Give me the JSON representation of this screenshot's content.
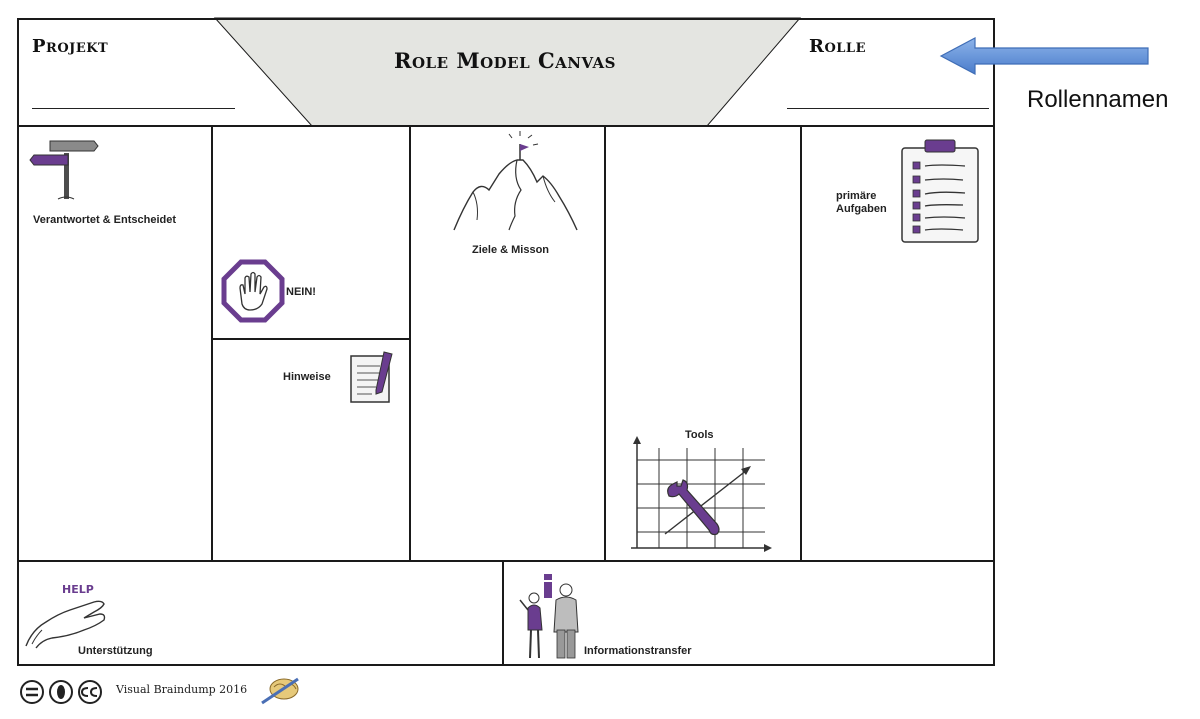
{
  "header": {
    "projekt_label": "Projekt",
    "rolle_label": "Rolle",
    "title": "Role Model Canvas"
  },
  "cells": {
    "verantwortet": "Verantwortet & Entscheidet",
    "nein": "NEIN!",
    "hinweise": "Hinweise",
    "ziele": "Ziele & Misson",
    "tools": "Tools",
    "aufgaben_line1": "primäre",
    "aufgaben_line2": "Aufgaben",
    "unterstuetzung": "Unterstützung",
    "help": "HELP",
    "informationstransfer": "Informationstransfer"
  },
  "annotation": {
    "rollennamen": "Rollennamen"
  },
  "footer": {
    "text": "Visual Braindump 2016"
  },
  "colors": {
    "accent_purple": "#6a3d8f",
    "arrow_blue": "#5b8fd6",
    "title_banner": "#e4e5e1"
  }
}
